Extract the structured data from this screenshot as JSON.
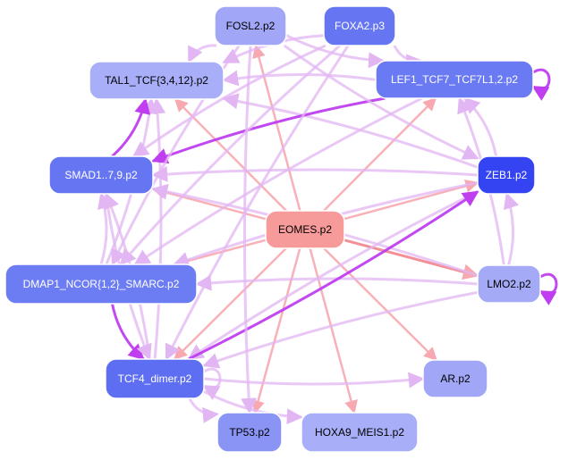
{
  "palette": {
    "edge_pink": "#f7a8b0",
    "edge_light_purple": "#e2b6f3",
    "edge_strong_purple": "#bf3ef0",
    "node_stroke": "#ffffff",
    "text_dark": "#000000",
    "text_light": "#ffffff"
  },
  "nodes": [
    {
      "id": "fosl2",
      "label": "FOSL2.p2",
      "fill": "#a2a6f6",
      "text": "dark"
    },
    {
      "id": "foxa2",
      "label": "FOXA2.p3",
      "fill": "#6676f3",
      "text": "light"
    },
    {
      "id": "tal1",
      "label": "TAL1_TCF{3,4,12}.p2",
      "fill": "#a8aef7",
      "text": "dark"
    },
    {
      "id": "lef1",
      "label": "LEF1_TCF7_TCF7L1,2.p2",
      "fill": "#6a7af2",
      "text": "light"
    },
    {
      "id": "smad",
      "label": "SMAD1..7,9.p2",
      "fill": "#6676f3",
      "text": "light"
    },
    {
      "id": "zeb1",
      "label": "ZEB1.p2",
      "fill": "#3544f2",
      "text": "light"
    },
    {
      "id": "eomes",
      "label": "EOMES.p2",
      "fill": "#f79a9a",
      "text": "dark"
    },
    {
      "id": "dmap1",
      "label": "DMAP1_NCOR{1,2}_SMARC.p2",
      "fill": "#6c7cf3",
      "text": "light"
    },
    {
      "id": "lmo2",
      "label": "LMO2.p2",
      "fill": "#a4aaf6",
      "text": "dark"
    },
    {
      "id": "tcf4",
      "label": "TCF4_dimer.p2",
      "fill": "#5d6ef2",
      "text": "light"
    },
    {
      "id": "ar",
      "label": "AR.p2",
      "fill": "#a2a6f6",
      "text": "dark"
    },
    {
      "id": "tp53",
      "label": "TP53.p2",
      "fill": "#8a94f4",
      "text": "dark"
    },
    {
      "id": "hoxa9",
      "label": "HOXA9_MEIS1.p2",
      "fill": "#a8aef7",
      "text": "dark"
    }
  ],
  "edges": [
    {
      "from": "eomes",
      "to": "fosl2",
      "style": "pink"
    },
    {
      "from": "eomes",
      "to": "tal1",
      "style": "pink"
    },
    {
      "from": "eomes",
      "to": "lef1",
      "style": "pink"
    },
    {
      "from": "eomes",
      "to": "smad",
      "style": "pink"
    },
    {
      "from": "eomes",
      "to": "zeb1",
      "style": "pink"
    },
    {
      "from": "eomes",
      "to": "dmap1",
      "style": "pink"
    },
    {
      "from": "eomes",
      "to": "lmo2",
      "style": "pink_strong"
    },
    {
      "from": "eomes",
      "to": "tcf4",
      "style": "pink"
    },
    {
      "from": "eomes",
      "to": "ar",
      "style": "pink"
    },
    {
      "from": "eomes",
      "to": "tp53",
      "style": "pink"
    },
    {
      "from": "eomes",
      "to": "hoxa9",
      "style": "pink"
    },
    {
      "from": "zeb1",
      "to": "smad",
      "style": "light"
    },
    {
      "from": "zeb1",
      "to": "lef1",
      "style": "light"
    },
    {
      "from": "zeb1",
      "to": "tal1",
      "style": "light"
    },
    {
      "from": "zeb1",
      "to": "dmap1",
      "style": "light"
    },
    {
      "from": "zeb1",
      "to": "tcf4",
      "style": "light"
    },
    {
      "from": "lmo2",
      "to": "zeb1",
      "style": "light"
    },
    {
      "from": "lmo2",
      "to": "lef1",
      "style": "light"
    },
    {
      "from": "lmo2",
      "to": "dmap1",
      "style": "light"
    },
    {
      "from": "lmo2",
      "to": "smad",
      "style": "light"
    },
    {
      "from": "lmo2",
      "to": "tcf4",
      "style": "light"
    },
    {
      "from": "tcf4",
      "to": "zeb1",
      "style": "strong"
    },
    {
      "from": "tcf4",
      "to": "ar",
      "style": "light"
    },
    {
      "from": "tcf4",
      "to": "hoxa9",
      "style": "light"
    },
    {
      "from": "tcf4",
      "to": "tp53",
      "style": "light"
    },
    {
      "from": "tcf4",
      "to": "tal1",
      "style": "light"
    },
    {
      "from": "tcf4",
      "to": "smad",
      "style": "light"
    },
    {
      "from": "dmap1",
      "to": "tcf4",
      "style": "strong"
    },
    {
      "from": "dmap1",
      "to": "smad",
      "style": "light"
    },
    {
      "from": "dmap1",
      "to": "tal1",
      "style": "light"
    },
    {
      "from": "lef1",
      "to": "smad",
      "style": "strong"
    },
    {
      "from": "lef1",
      "to": "tal1",
      "style": "light"
    },
    {
      "from": "lef1",
      "to": "dmap1",
      "style": "light"
    },
    {
      "from": "foxa2",
      "to": "lef1",
      "style": "light"
    },
    {
      "from": "foxa2",
      "to": "tal1",
      "style": "light"
    },
    {
      "from": "foxa2",
      "to": "smad",
      "style": "light"
    },
    {
      "from": "foxa2",
      "to": "dmap1",
      "style": "light"
    },
    {
      "from": "foxa2",
      "to": "tcf4",
      "style": "light"
    },
    {
      "from": "fosl2",
      "to": "lef1",
      "style": "light"
    },
    {
      "from": "fosl2",
      "to": "tal1",
      "style": "light"
    },
    {
      "from": "fosl2",
      "to": "zeb1",
      "style": "light"
    },
    {
      "from": "fosl2",
      "to": "tp53",
      "style": "light"
    },
    {
      "from": "fosl2",
      "to": "dmap1",
      "style": "light"
    },
    {
      "from": "smad",
      "to": "tal1",
      "style": "strong"
    },
    {
      "from": "smad",
      "to": "tcf4",
      "style": "light"
    },
    {
      "from": "lef1",
      "to": "lef1",
      "style": "strong",
      "loop": true
    },
    {
      "from": "lmo2",
      "to": "lmo2",
      "style": "strong",
      "loop": true
    },
    {
      "from": "tcf4",
      "to": "tcf4",
      "style": "light",
      "loop": true
    }
  ]
}
